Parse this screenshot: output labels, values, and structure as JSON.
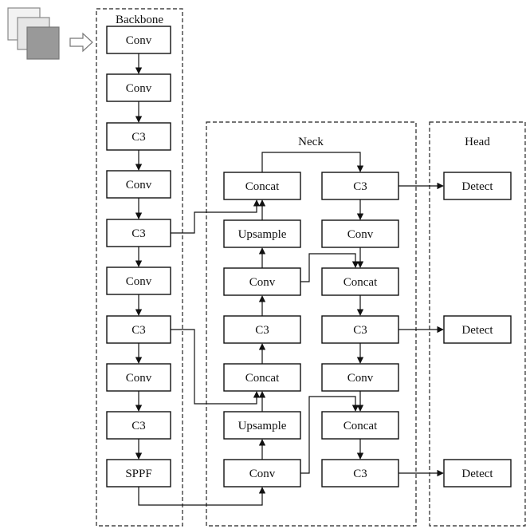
{
  "groups": {
    "backbone": "Backbone",
    "neck": "Neck",
    "head": "Head"
  },
  "backbone": [
    "Conv",
    "Conv",
    "C3",
    "Conv",
    "C3",
    "Conv",
    "C3",
    "Conv",
    "C3",
    "SPPF"
  ],
  "neck_left": [
    "Concat",
    "Upsample",
    "Conv",
    "C3",
    "Concat",
    "Upsample",
    "Conv"
  ],
  "neck_right": [
    "C3",
    "Conv",
    "Concat",
    "C3",
    "Conv",
    "Concat",
    "C3"
  ],
  "head": [
    "Detect",
    "Detect",
    "Detect"
  ],
  "icons": {
    "input": "stacked-images-icon",
    "arrow": "hollow-arrow-icon"
  },
  "colors": {
    "line": "#111111",
    "image_front": "#999999",
    "image_back": "#e6e6e6"
  }
}
